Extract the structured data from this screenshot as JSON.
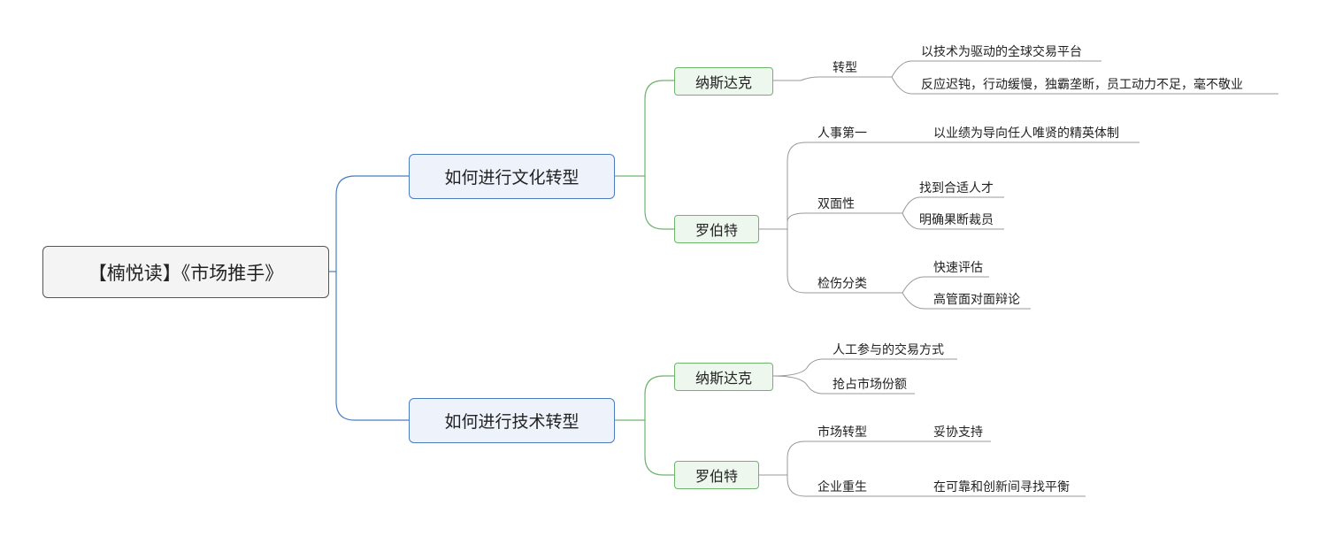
{
  "root": {
    "label": "【楠悦读】《市场推手》"
  },
  "branches": [
    {
      "label": "如何进行文化转型",
      "children": [
        {
          "label": "纳斯达克",
          "items": [
            {
              "label": "转型",
              "details": [
                "以技术为驱动的全球交易平台",
                "反应迟钝，行动缓慢，独霸垄断，员工动力不足，毫不敬业"
              ]
            }
          ]
        },
        {
          "label": "罗伯特",
          "items": [
            {
              "label": "人事第一",
              "details": [
                "以业绩为导向任人唯贤的精英体制"
              ]
            },
            {
              "label": "双面性",
              "details": [
                "找到合适人才",
                "明确果断裁员"
              ]
            },
            {
              "label": "检伤分类",
              "details": [
                "快速评估",
                "高管面对面辩论"
              ]
            }
          ]
        }
      ]
    },
    {
      "label": "如何进行技术转型",
      "children": [
        {
          "label": "纳斯达克",
          "items": [
            {
              "label": "人工参与的交易方式",
              "details": []
            },
            {
              "label": "抢占市场份额",
              "details": []
            }
          ]
        },
        {
          "label": "罗伯特",
          "items": [
            {
              "label": "市场转型",
              "details": [
                "妥协支持"
              ]
            },
            {
              "label": "企业重生",
              "details": [
                "在可靠和创新间寻找平衡"
              ]
            }
          ]
        }
      ]
    }
  ],
  "colors": {
    "root_border": "#555555",
    "level1_border": "#4a7cbf",
    "level2_border": "#6db56d",
    "leaf_line": "#888888"
  }
}
